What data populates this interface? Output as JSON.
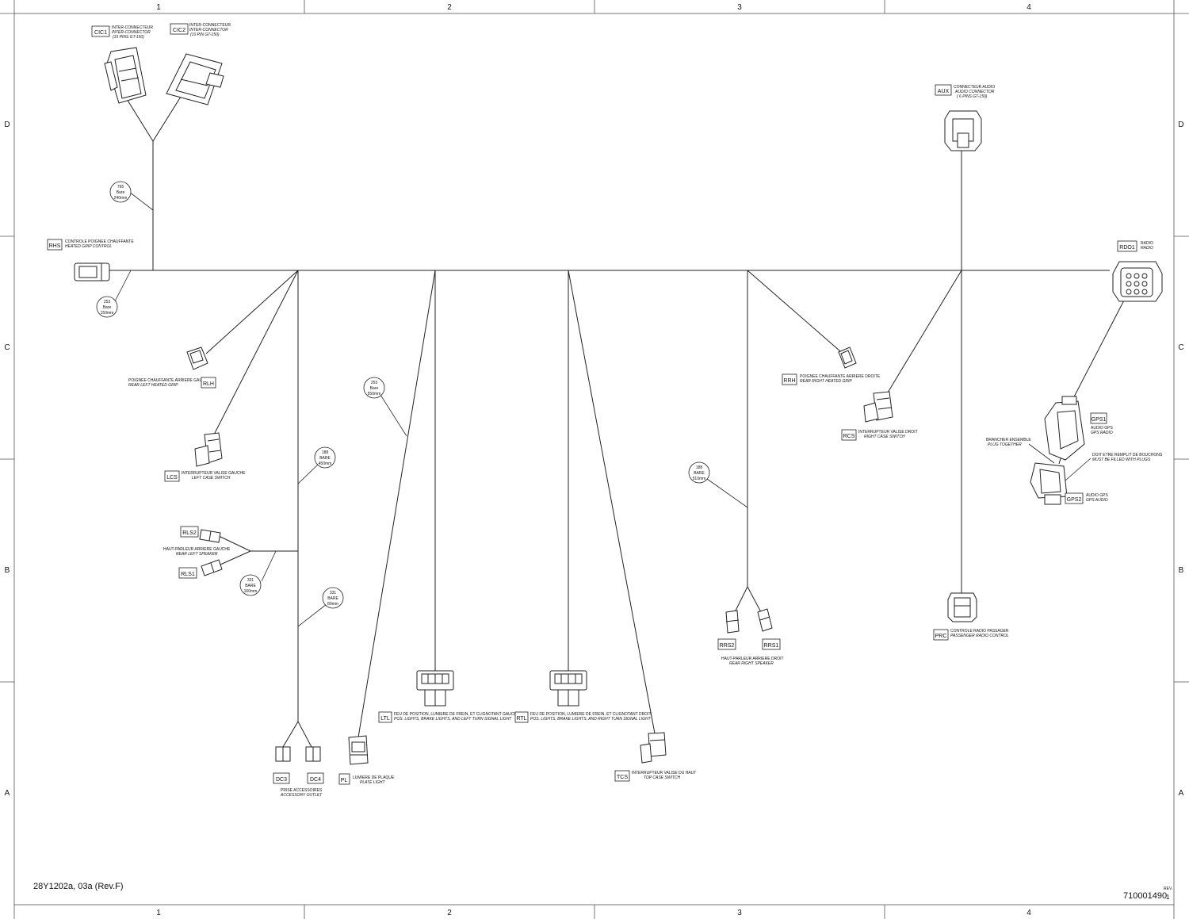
{
  "grid": {
    "columns": [
      "1",
      "2",
      "3",
      "4"
    ],
    "rows": [
      "D",
      "C",
      "B",
      "A"
    ]
  },
  "footer": {
    "drawing_ref": "28Y1202a, 03a (Rev.F)",
    "part_number": "710001490",
    "rev_label": "REV.",
    "rev_value": "1"
  },
  "connectors": [
    {
      "id": "CIC1",
      "code": "CIC1",
      "fr": "INTER-CONNECTEUR",
      "en": "INTER-CONNECTOR",
      "note": "(15 PINS GT-150)"
    },
    {
      "id": "CIC2",
      "code": "CIC2",
      "fr": "INTER-CONNECTEUR",
      "en": "INTER-CONNECTOR",
      "note": "(10 PIN GT-150)"
    },
    {
      "id": "AUX",
      "code": "AUX",
      "fr": "CONNECTEUR AUDIO",
      "en": "AUDIO CONNECTOR",
      "note": "( 6 PINS GT-150)"
    },
    {
      "id": "RHS",
      "code": "RHS",
      "fr": "CONTROLE POIGNEE CHAUFFANTE",
      "en": "HEATED GRIP CONTROL"
    },
    {
      "id": "RDO1",
      "code": "RDO1",
      "fr": "RADIO",
      "en": "RADIO"
    },
    {
      "id": "RLH",
      "code": "RLH",
      "fr": "POIGNEE CHAUFFANTE ARRIERE GAUCHE",
      "en": "REAR LEFT HEATED GRIP"
    },
    {
      "id": "RRH",
      "code": "RRH",
      "fr": "POIGNEE CHAUFFANTE ARRIERE DROITE",
      "en": "REAR RIGHT HEATED GRIP"
    },
    {
      "id": "GPS1",
      "code": "GPS1",
      "fr": "AUDIO GPS",
      "en": "GPS RADIO"
    },
    {
      "id": "GPS2",
      "code": "GPS2",
      "fr": "AUDIO GPS",
      "en": "GPS AUDIO"
    },
    {
      "id": "LCS",
      "code": "LCS",
      "fr": "INTERRUPTEUR VALISE GAUCHE",
      "en": "LEFT CASE SWITCH"
    },
    {
      "id": "RCS",
      "code": "RCS",
      "fr": "INTERRUPTEUR VALISE DROIT",
      "en": "RIGHT CASE SWITCH"
    },
    {
      "id": "RLS2",
      "code": "RLS2"
    },
    {
      "id": "RLS1",
      "code": "RLS1"
    },
    {
      "id": "RRS2",
      "code": "RRS2"
    },
    {
      "id": "RRS1",
      "code": "RRS1"
    },
    {
      "id": "PRC",
      "code": "PRC",
      "fr": "CONTROLE RADIO PASSAGER",
      "en": "PASSENGER RADIO CONTROL"
    },
    {
      "id": "LTL",
      "code": "LTL",
      "fr": "FEU DE POSITION, LUMIERE DE FREIN, ET CLIGNOTANT GAUCHE",
      "en": "POS. LIGHTS, BRAKE LIGHTS, AND LEFT TURN SIGNAL LIGHT"
    },
    {
      "id": "RTL",
      "code": "RTL",
      "fr": "FEU DE POSITION, LUMIERE DE FREIN, ET CLIGNOTANT DROIT",
      "en": "POS. LIGHTS, BRAKE LIGHTS, AND RIGHT TURN SIGNAL LIGHT"
    },
    {
      "id": "TCS",
      "code": "TCS",
      "fr": "INTERRUPTEUR VALISE DU HAUT",
      "en": "TOP CASE SWITCH"
    },
    {
      "id": "PL",
      "code": "PL",
      "fr": "LUMIERE DE PLAQUE",
      "en": "PLATE LIGHT"
    },
    {
      "id": "DC3",
      "code": "DC3"
    },
    {
      "id": "DC4",
      "code": "DC4"
    }
  ],
  "group_labels": {
    "rls_fr": "HAUT-PARLEUR ARRIERE GAUCHE",
    "rls_en": "REAR LEFT SPEAKER",
    "rrs_fr": "HAUT-PARLEUR ARRIERE DROIT",
    "rrs_en": "REAR RIGHT SPEAKER",
    "dc_fr": "PRISE ACCESSOIRES",
    "dc_en": "ACCESSORY OUTLET",
    "gps_fr": "BRANCHER ENSEMBLE",
    "gps_en": "PLUG TOGETHER",
    "gps2_note_fr": "DOIT ETRE REMPLIT DE BOUCHONS",
    "gps2_note_en": "MUST BE FILLED WITH PLUGS"
  },
  "wire_tags": [
    {
      "id": "w765",
      "num": "765",
      "kind": "Bare",
      "len": "240mm"
    },
    {
      "id": "w253a",
      "num": "253",
      "kind": "Bare",
      "len": "150mm"
    },
    {
      "id": "w253b",
      "num": "253",
      "kind": "Bare",
      "len": "550mm"
    },
    {
      "id": "w188a",
      "num": "188",
      "kind": "BARE",
      "len": "450mm"
    },
    {
      "id": "w188b",
      "num": "188",
      "kind": "BARE",
      "len": "510mm"
    },
    {
      "id": "w331a",
      "num": "331",
      "kind": "BARE",
      "len": "160mm"
    },
    {
      "id": "w331b",
      "num": "331",
      "kind": "BARE",
      "len": "80mm"
    }
  ]
}
